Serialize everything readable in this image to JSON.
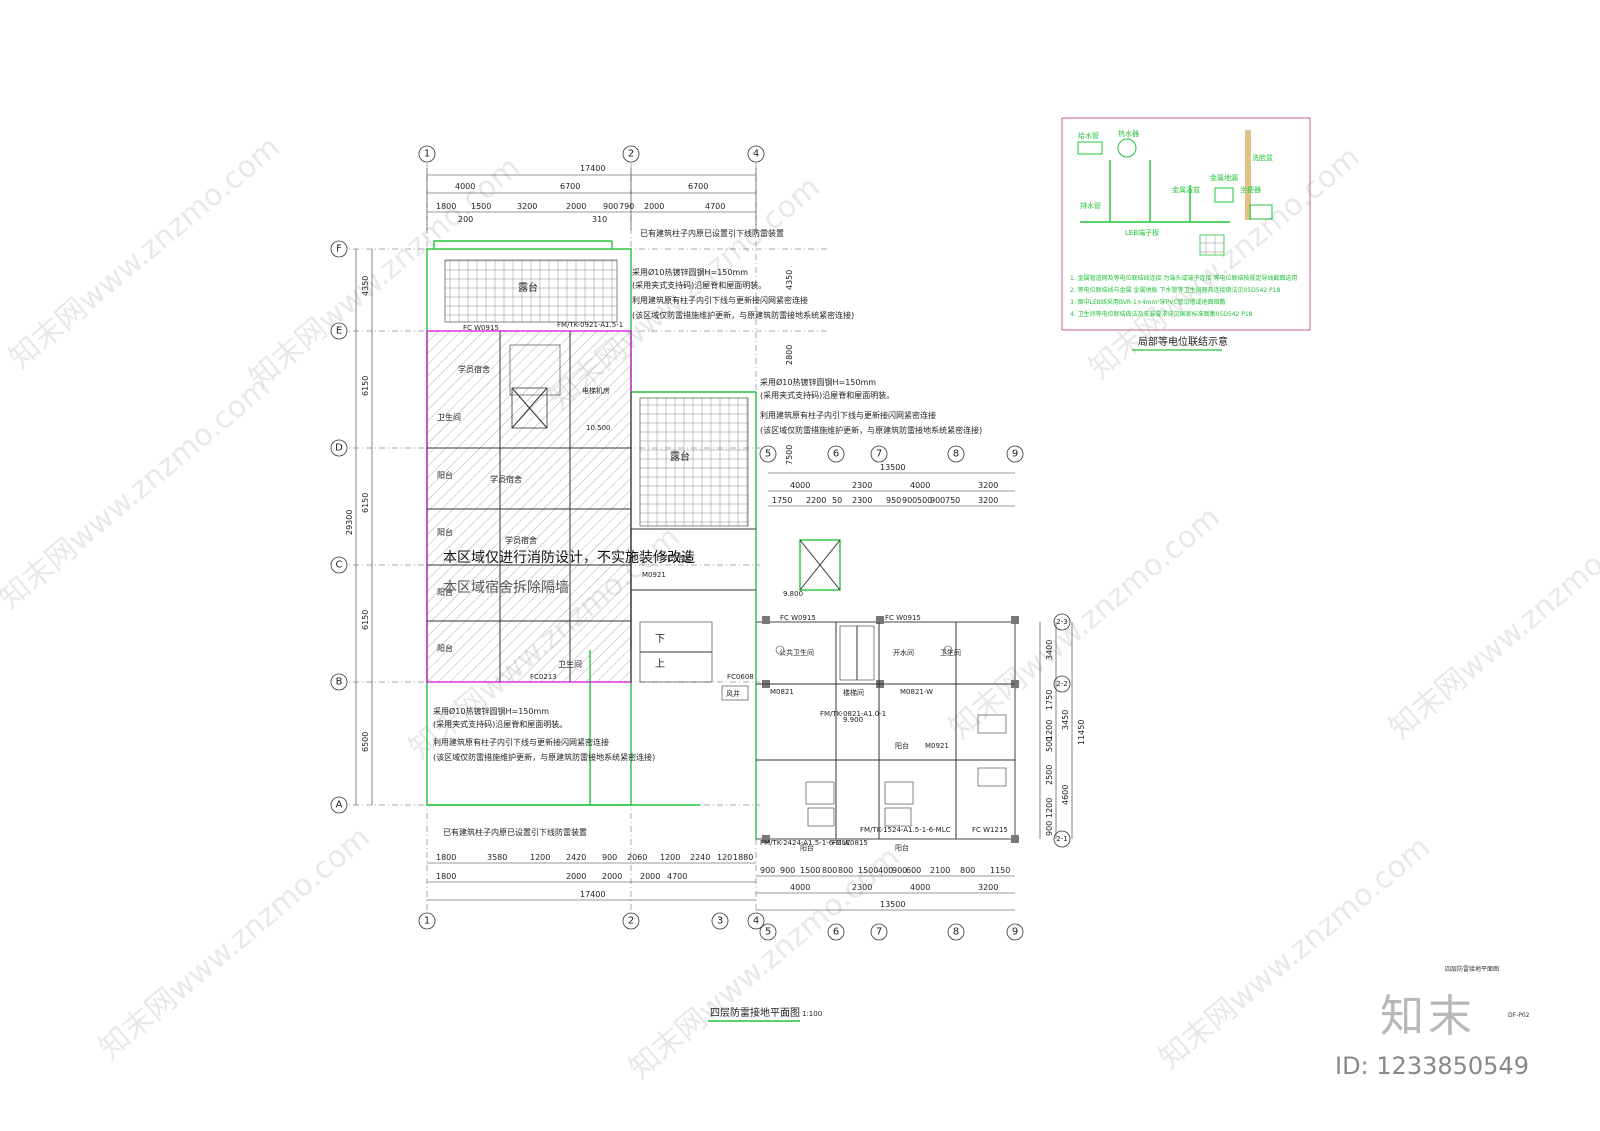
{
  "drawing": {
    "title": "四层防雷接地平面图",
    "scale": "1:100",
    "sheet_title": "四层防雷接地平面图",
    "sheet_code": "DF-P02"
  },
  "watermark": {
    "logo": "知末",
    "id_text": "ID: 1233850549",
    "repeat_text": "知末网www.znzmo.com"
  },
  "axes": {
    "top_main": [
      "1",
      "2",
      "4"
    ],
    "bottom_main": [
      "1",
      "2",
      "3",
      "4"
    ],
    "left_rows": [
      "F",
      "E",
      "D",
      "C",
      "B",
      "A"
    ],
    "right_top": [
      "5",
      "6",
      "7",
      "8",
      "9"
    ],
    "right_bottom": [
      "5",
      "6",
      "7",
      "8",
      "9"
    ],
    "right_rows": [
      "2-3",
      "2-2",
      "2-1"
    ]
  },
  "dimensions": {
    "top_total": "17400",
    "top_row1": [
      "4000",
      "6700",
      "6700"
    ],
    "top_row2": [
      "1800",
      "1500",
      "3200",
      "2000",
      "900",
      "790",
      "2000",
      "4700"
    ],
    "top_row3": [
      "200",
      "310"
    ],
    "left_total": "29300",
    "left_rows": [
      "4350",
      "6150",
      "6150",
      "6150",
      "6500"
    ],
    "bottom_row1": [
      "1800",
      "3580",
      "1200",
      "2420",
      "900",
      "2060",
      "1200",
      "2240",
      "120",
      "1880"
    ],
    "bottom_row2": [
      "1800",
      "2000",
      "2000",
      "2000",
      "4700"
    ],
    "bottom_total": "17400",
    "right_top_total": "13500",
    "right_top_row1": [
      "4000",
      "2300",
      "4000",
      "3200"
    ],
    "right_top_row2": [
      "1750",
      "2200",
      "50",
      "2300",
      "950",
      "900",
      "500",
      "900",
      "750",
      "3200"
    ],
    "right_bottom_row1": [
      "900",
      "900",
      "1500",
      "800",
      "800",
      "1500",
      "400",
      "900",
      "600",
      "2100",
      "800",
      "1150"
    ],
    "right_bottom_row2": [
      "4000",
      "2300",
      "4000",
      "3200"
    ],
    "right_bottom_total": "13500",
    "right_side": [
      "3400",
      "1750",
      "1200",
      "500",
      "2500",
      "1200",
      "900"
    ],
    "right_side_total1": "3450",
    "right_side_total2": "4600",
    "right_side_total3": "11450",
    "mid_vert": [
      "4350",
      "2800",
      "7500"
    ]
  },
  "annotations": {
    "note_top": "已有建筑柱子内原已设置引下线防雷装置",
    "note_bottom": "已有建筑柱子内原已设置引下线防雷装置",
    "roof_rod_1a": "采用Ø10热镀锌圆钢H=150mm",
    "roof_rod_1b": "(采用夹式支持码)沿屋脊和屋面明装。",
    "roof_rod_1c": "利用建筑原有柱子内引下线与更新接闪网紧密连接",
    "roof_rod_1d": "(该区域仅防雷措施维护更新，与原建筑防雷接地系统紧密连接)",
    "roof_rod_2a": "采用Ø10热镀锌圆钢H=150mm",
    "roof_rod_2b": "(采用夹式支持码)沿屋脊和屋面明装。",
    "roof_rod_2c": "利用建筑原有柱子内引下线与更新接闪网紧密连接",
    "roof_rod_2d": "(该区域仅防雷措施维护更新，与原建筑防雷接地系统紧密连接)",
    "roof_rod_3a": "采用Ø10热镀锌圆钢H=150mm",
    "roof_rod_3b": "(采用夹式支持码)沿屋脊和屋面明装。",
    "roof_rod_3c": "利用建筑原有柱子内引下线与更新接闪网紧密连接",
    "roof_rod_3d": "(该区域仅防雷措施维护更新，与原建筑防雷接地系统紧密连接)",
    "zone_note_1": "本区域仅进行消防设计，不实施装修改造",
    "zone_note_2": "本区域宿舍拆除隔墙"
  },
  "rooms": {
    "terrace1": "露台",
    "terrace2": "露台",
    "dorm1": "学员宿舍",
    "dorm2": "学员宿舍",
    "dorm3": "学员宿舍",
    "dorm4": "学员宿舍",
    "bath1": "卫生间",
    "bath2": "卫生间",
    "bath3": "卫生间",
    "balcony1": "阳台",
    "balcony2": "阳台",
    "balcony3": "阳台",
    "balcony4": "阳台",
    "public_toilet": "公共卫生间",
    "water_room": "开水间",
    "stair_down": "下",
    "stair_up": "上",
    "wind_shaft": "风井",
    "elev_room": "电梯机房",
    "elev_level": "10.500",
    "level_9800": "9.800",
    "level_9900": "9.900",
    "corridor": "楼梯间",
    "balcony_r1": "阳台",
    "balcony_r2": "阳台",
    "balcony_r3": "阳台"
  },
  "door_tags": {
    "fcw0915_a": "FC W0915",
    "fm_top": "FM/TK-0921-A1.5-1",
    "m0921": "M0921",
    "fc0213": "FC0213",
    "fcw0915_b": "FC W0915",
    "fcw0915_c": "FC W0915",
    "m0821": "M0821",
    "m0821w": "M0821-W",
    "fm_mid": "FM/TK-0821-A1.0-1",
    "fm_bot1": "FM/TK-2424-A1.5-1-6-MLC",
    "fcw0815": "FC W0815",
    "fm_bot2": "FM/TK-1524-A1.5-1-6-MLC",
    "fcw1215": "FC W1215",
    "fc0608": "FC0608",
    "m0921b": "M0921"
  },
  "legend_box": {
    "title": "局部等电位联结示意",
    "lines": [
      "1. 金属管道网及等电位联结线连接 为端头或端子连接 等电位联结按规定导线截面选用",
      "2. 等电位联结线与金属 金属地板 下水管等卫生间器具连接做法见05D542 P18",
      "3. 图中LEB线采用BVR-1×4mm²穿PVC管沿墙或地面暗敷",
      "4. 卫生间等电位联结做法及安装要求详见国家标准图集05D542 P18"
    ],
    "labels": [
      "给水管",
      "热水器",
      "金属浴盆",
      "坐便器",
      "洗脸盆",
      "排水管",
      "金属地漏",
      "LEB端子板"
    ]
  }
}
